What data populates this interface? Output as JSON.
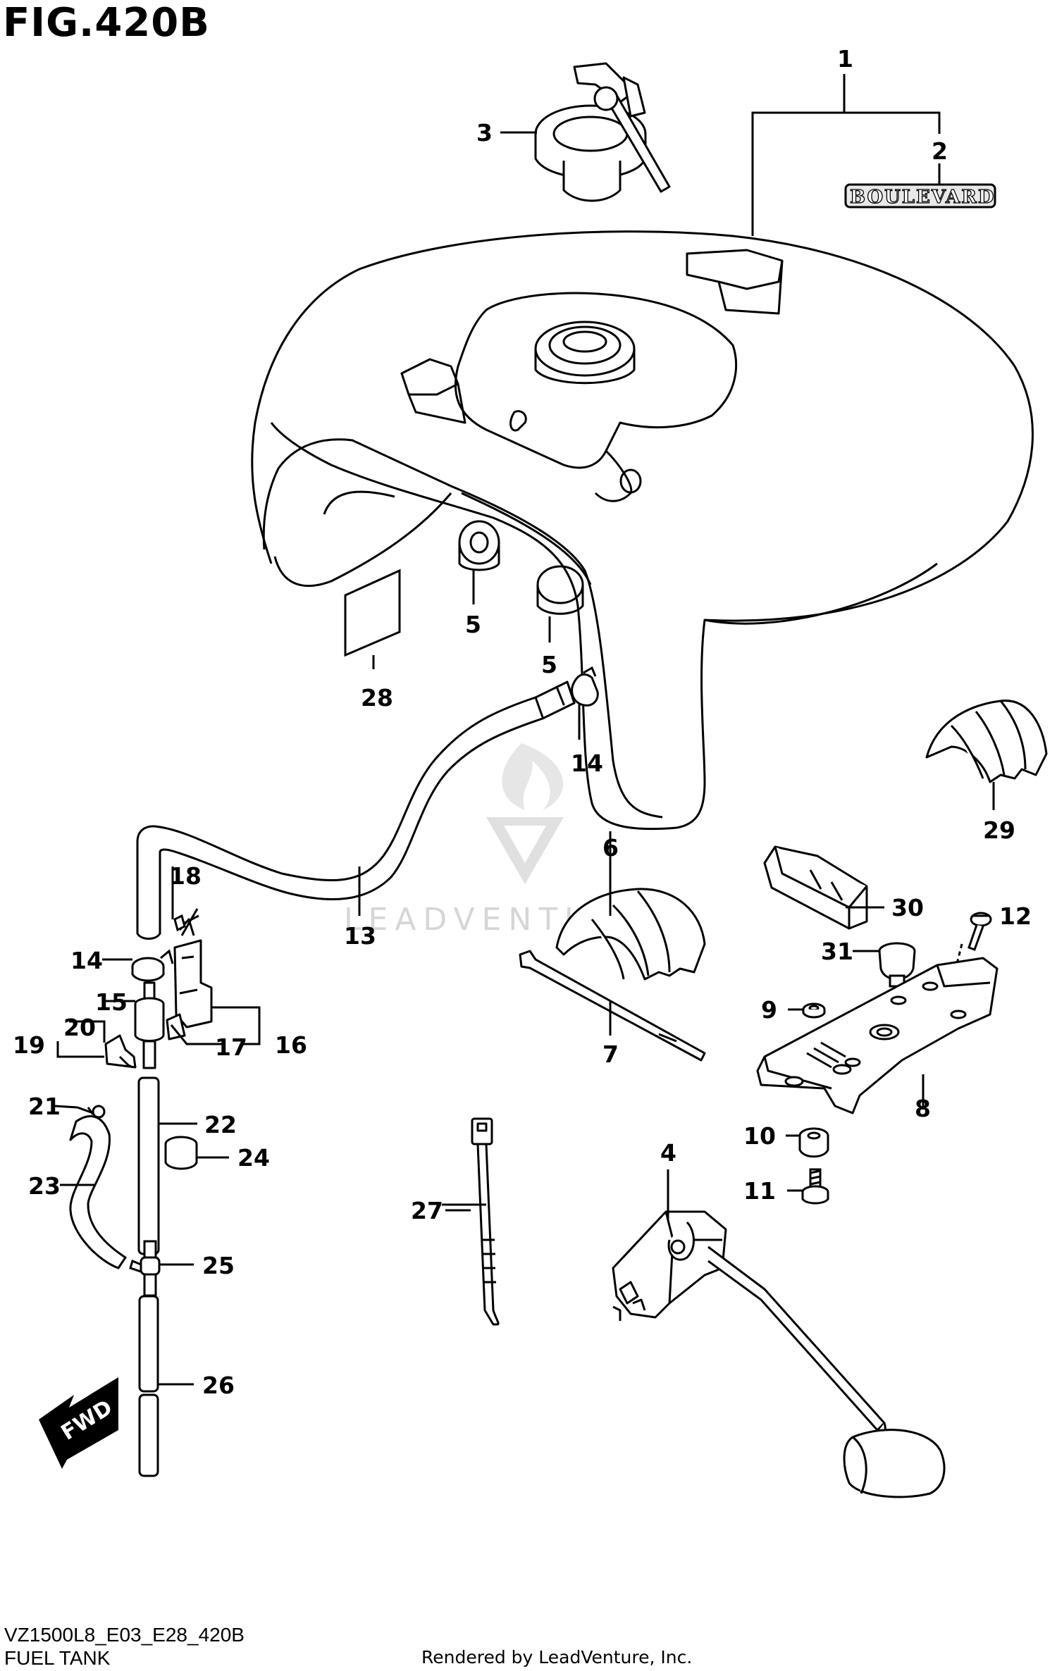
{
  "figure": {
    "title": "FIG.420B",
    "model_code": "VZ1500L8_E03_E28_420B",
    "section_name": "FUEL TANK",
    "credit": "Rendered by LeadVenture, Inc."
  },
  "emblem_text": "BOULEVARD",
  "watermark_text": "LEADVENTURE",
  "direction_arrow_text": "FWD",
  "callouts": [
    "1",
    "2",
    "3",
    "4",
    "5",
    "5",
    "6",
    "7",
    "8",
    "9",
    "10",
    "11",
    "12",
    "13",
    "14",
    "14",
    "15",
    "16",
    "17",
    "18",
    "19",
    "20",
    "21",
    "22",
    "23",
    "24",
    "25",
    "26",
    "27",
    "28",
    "29",
    "30",
    "31"
  ]
}
